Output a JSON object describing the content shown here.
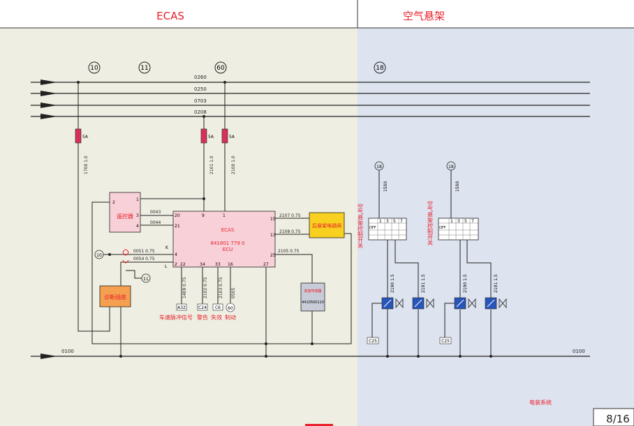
{
  "header": {
    "left_title": "ECAS",
    "right_title": "空气悬架"
  },
  "page_number": "8/16",
  "footer_label": "电装系统",
  "colors": {
    "left_bg": "#eeeee2",
    "right_bg": "#dde3ef",
    "red_text": "#e8202a",
    "fuse": "#d8305a",
    "ecu_fill": "#f8d0d8",
    "valve_blue": "#2855b8",
    "yellow": "#f8d020",
    "orange": "#f5a050"
  },
  "columns": [
    "10",
    "11",
    "60",
    "18"
  ],
  "buses": [
    "0260",
    "0250",
    "0703",
    "0208"
  ],
  "ground_bus": "0100",
  "fuses": [
    "5A",
    "5A",
    "5A"
  ],
  "wires": {
    "w1700": "1700 1.0",
    "w2101": "2101 1.0",
    "w2100": "2100 1.0",
    "w0043": "0043",
    "w0044": "0044",
    "w0051": "0051 0.75",
    "w0054": "0054 0.75",
    "w2107": "2107 0.75",
    "w2108": "2108 0.75",
    "w2105": "2105 0.75",
    "w1409": "1409 0.75",
    "w2102": "2102 0.75",
    "w2103": "2103 0.75",
    "w0505": "0505",
    "w1500a": "1500",
    "w1500b": "1500",
    "w2190a": "2190 1.5",
    "w2191a": "2191 1.5",
    "w2190b": "2190 1.5",
    "w2191b": "2191 1.5"
  },
  "remote": {
    "label": "遥控器",
    "pins": [
      "1",
      "2",
      "3",
      "4"
    ]
  },
  "ecu": {
    "title": "ECAS",
    "part": "841801 779  0",
    "sub": "ECU",
    "pins_top": [
      "20",
      "9",
      "1"
    ],
    "pins_left": [
      "21",
      "4",
      "2"
    ],
    "pins_bottom": [
      "22",
      "34",
      "33",
      "16",
      "27"
    ],
    "pins_right": [
      "15",
      "13",
      "25"
    ],
    "marks": [
      "K",
      "L"
    ]
  },
  "rear_valve": {
    "label": "后悬架电磁阀"
  },
  "diag": {
    "label": "诊断插座"
  },
  "height_sensor": {
    "label": "高度传感器",
    "part": "4410500110"
  },
  "connectors": [
    "A32",
    "C24",
    "C6",
    "60"
  ],
  "signals": {
    "speed": "车速脉冲信号",
    "warn": "警告",
    "fail": "失效",
    "brake": "制动"
  },
  "switch_labels": [
    "空气悬架控制开关",
    "空气悬架控制开关"
  ],
  "switch_pins": [
    "1",
    "3",
    "5",
    "7"
  ],
  "switch_off": "OFF",
  "ground_tags": [
    "C25",
    "C25"
  ]
}
